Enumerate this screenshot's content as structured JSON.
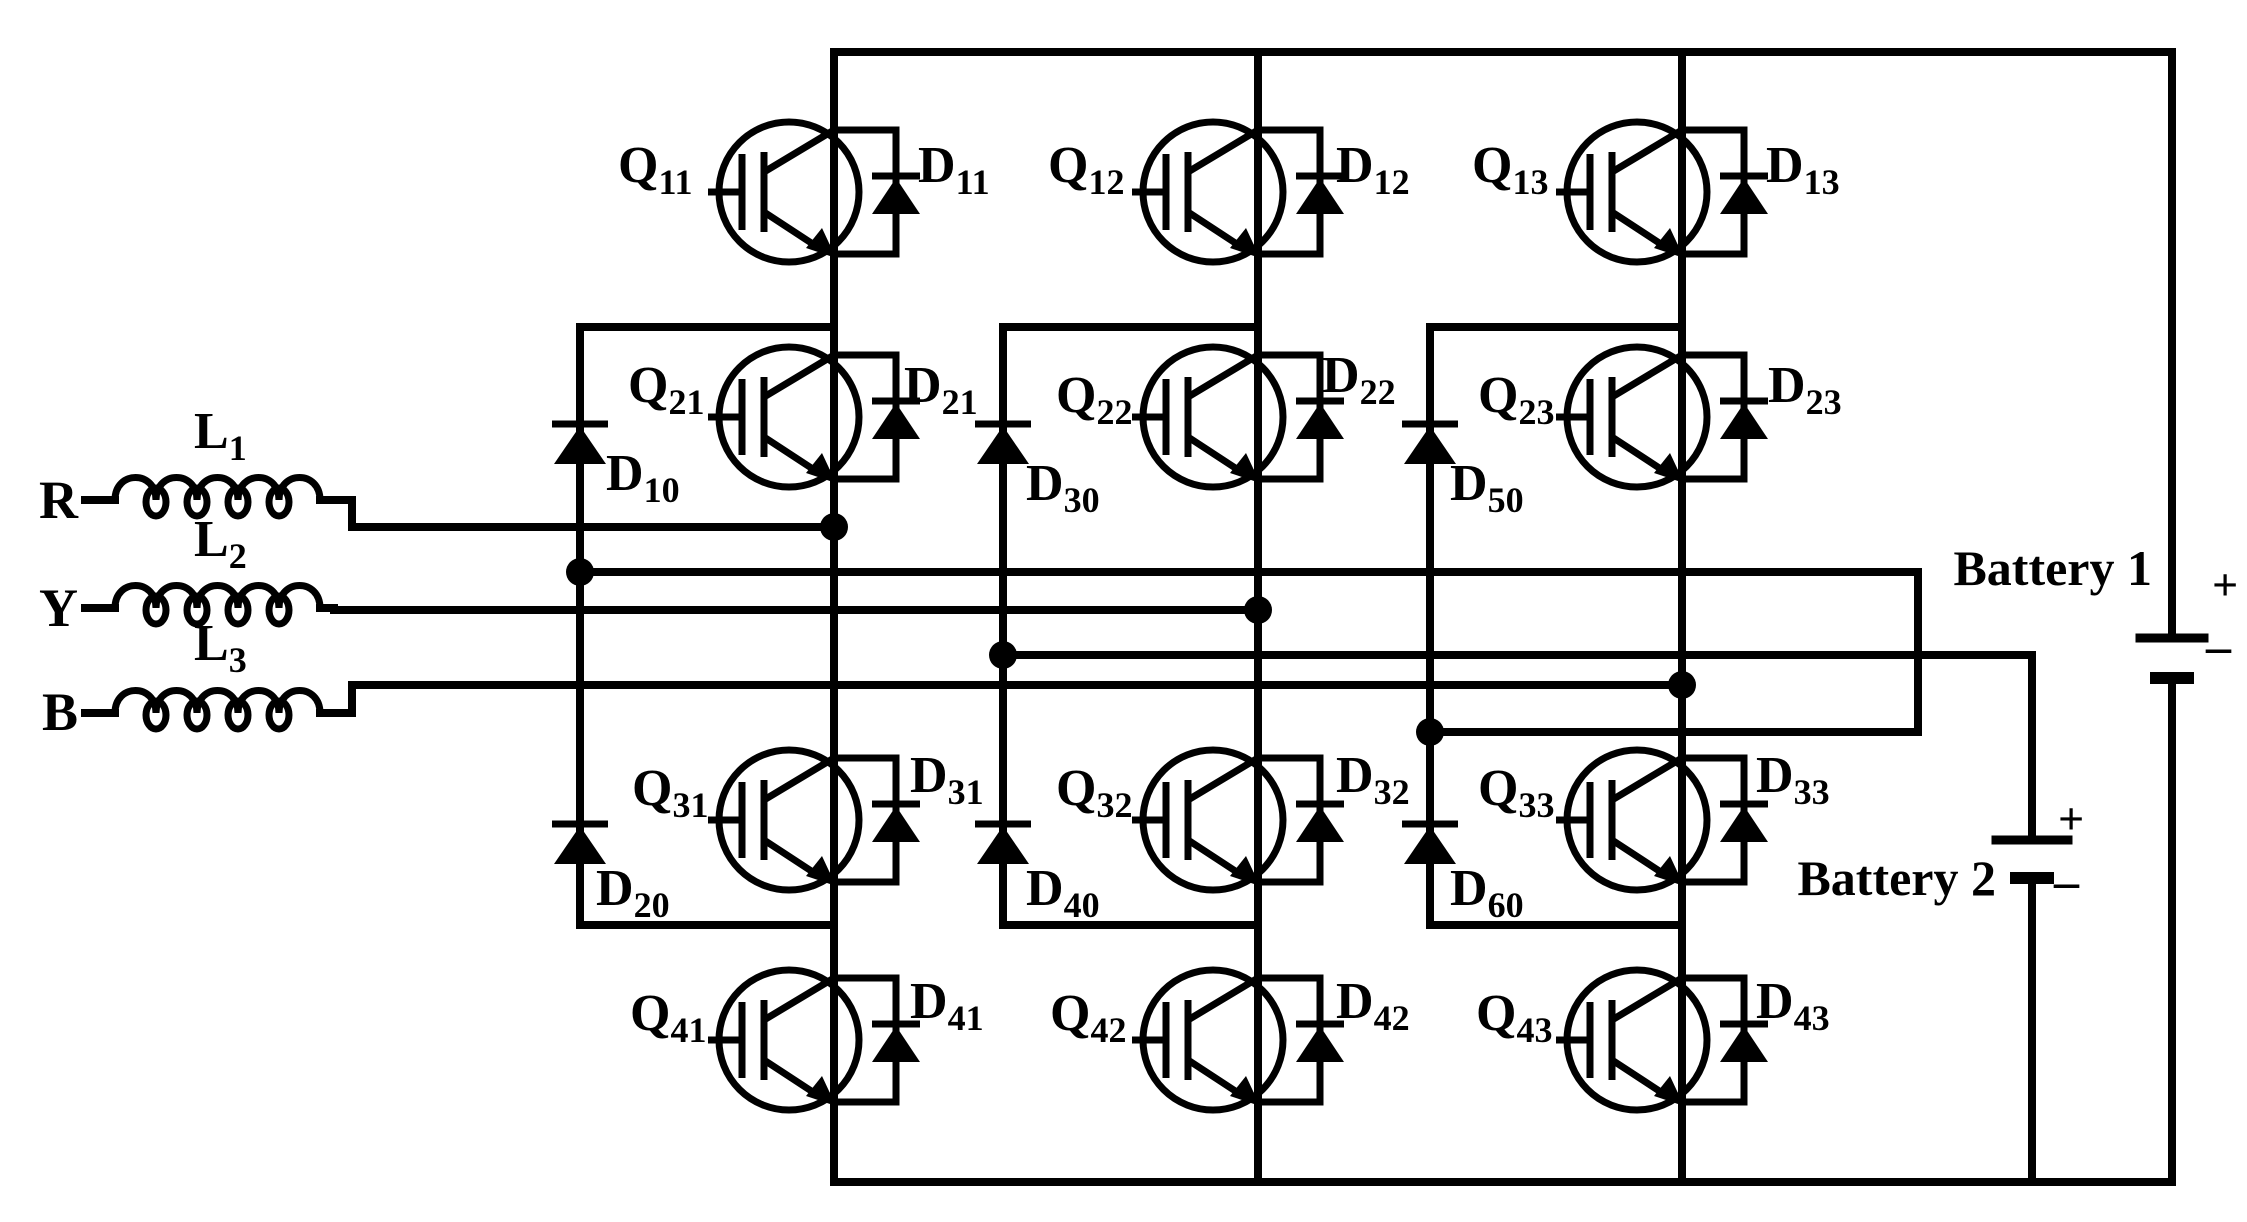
{
  "inputs": [
    {
      "phase": "R",
      "inductor": "L",
      "sub": "1"
    },
    {
      "phase": "Y",
      "inductor": "L",
      "sub": "2"
    },
    {
      "phase": "B",
      "inductor": "L",
      "sub": "3"
    }
  ],
  "transistors": [
    {
      "q_sub": "11",
      "d_sub": "11"
    },
    {
      "q_sub": "12",
      "d_sub": "12"
    },
    {
      "q_sub": "13",
      "d_sub": "13"
    },
    {
      "q_sub": "21",
      "d_sub": "21"
    },
    {
      "q_sub": "22",
      "d_sub": "22"
    },
    {
      "q_sub": "23",
      "d_sub": "23"
    },
    {
      "q_sub": "31",
      "d_sub": "31"
    },
    {
      "q_sub": "32",
      "d_sub": "32"
    },
    {
      "q_sub": "33",
      "d_sub": "33"
    },
    {
      "q_sub": "41",
      "d_sub": "41"
    },
    {
      "q_sub": "42",
      "d_sub": "42"
    },
    {
      "q_sub": "43",
      "d_sub": "43"
    }
  ],
  "clamp_diodes": [
    {
      "sub": "10"
    },
    {
      "sub": "30"
    },
    {
      "sub": "50"
    },
    {
      "sub": "20"
    },
    {
      "sub": "40"
    },
    {
      "sub": "60"
    }
  ],
  "letters": {
    "q": "Q",
    "d": "D"
  },
  "batteries": [
    {
      "label": "Battery 1",
      "plus": "+",
      "minus": "–"
    },
    {
      "label": "Battery 2",
      "plus": "+",
      "minus": "–"
    }
  ]
}
